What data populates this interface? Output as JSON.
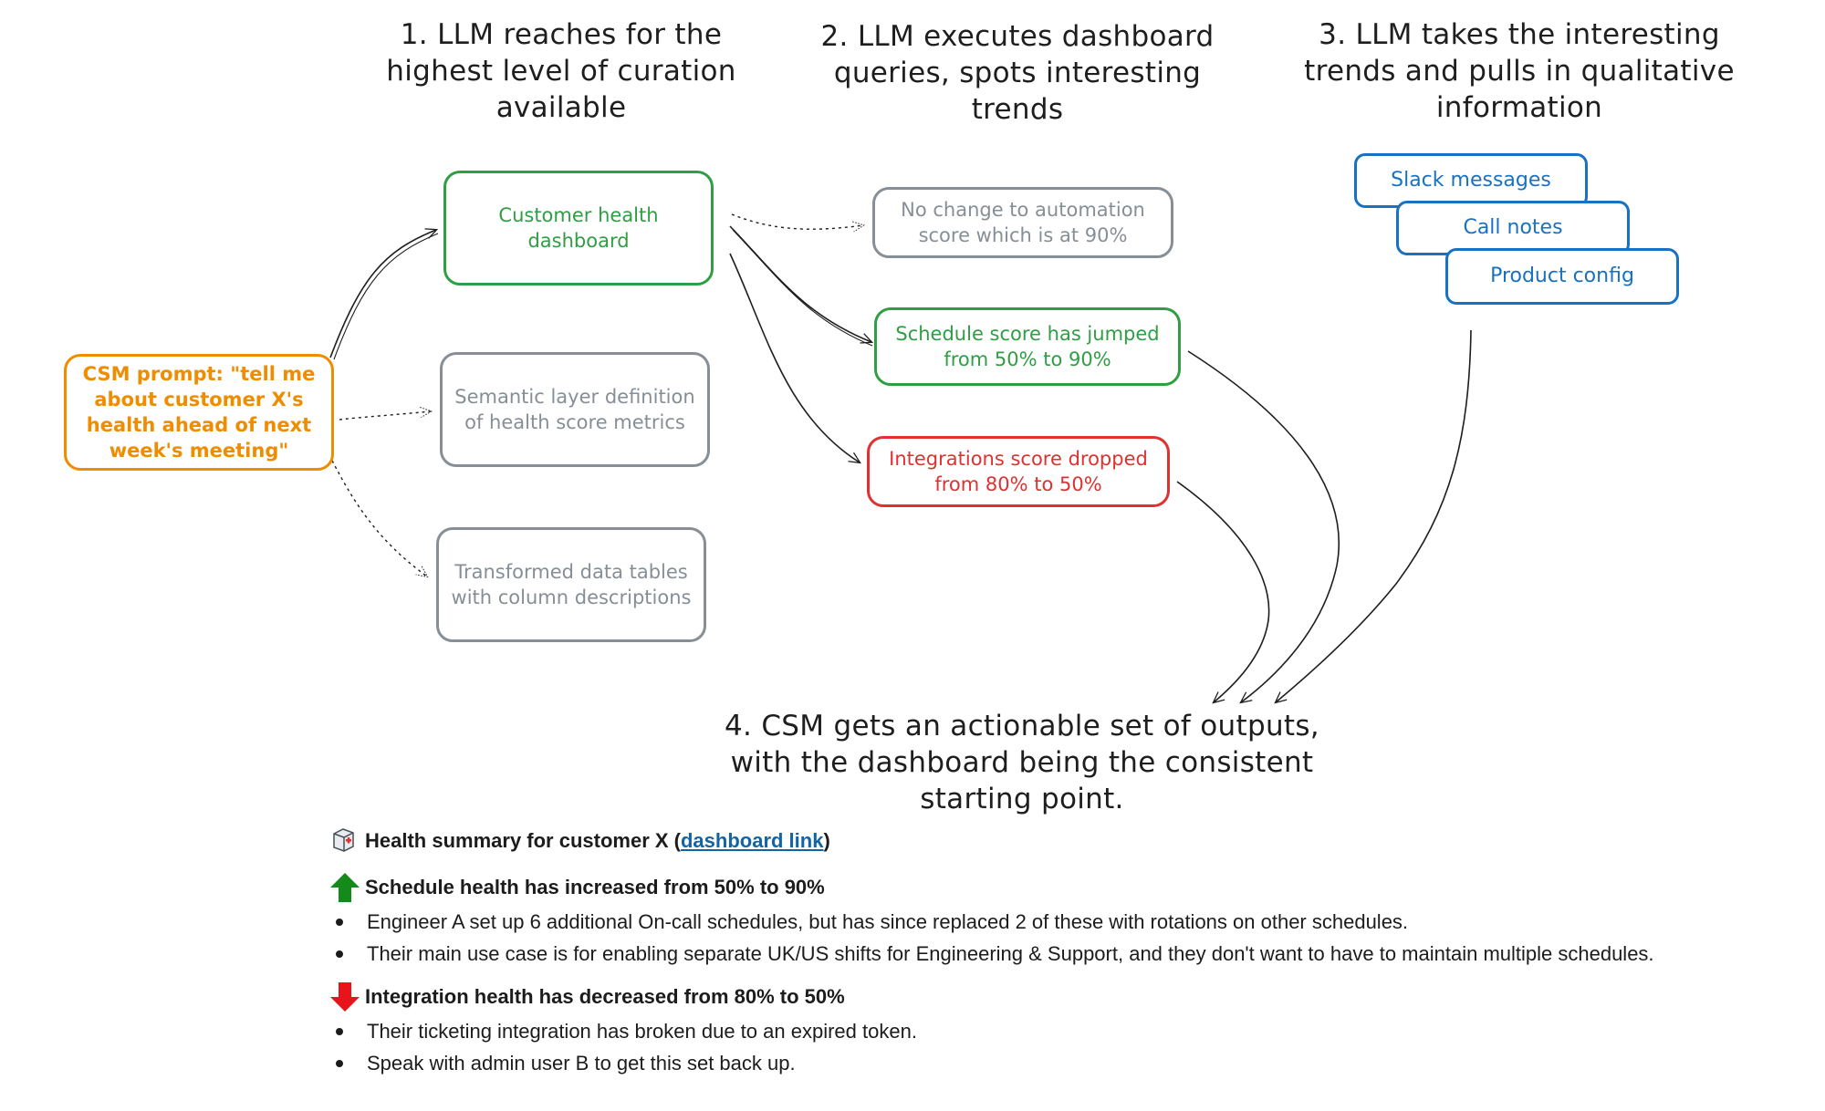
{
  "headings": {
    "step1": "1. LLM reaches for the highest level of curation available",
    "step2": "2. LLM executes dashboard queries, spots interesting trends",
    "step3": "3. LLM takes the interesting trends and pulls in qualitative information",
    "step4": "4. CSM gets an actionable set of outputs, with the dashboard being the consistent starting point."
  },
  "nodes": {
    "prompt": "CSM prompt: \"tell me about customer X's health ahead of next week's meeting\"",
    "dashboard": "Customer health dashboard",
    "semantic": "Semantic layer definition of health score metrics",
    "tables": "Transformed data tables with column descriptions",
    "automation": "No change to automation score which is at 90%",
    "schedule": "Schedule score has jumped from 50% to 90%",
    "integrations": "Integrations score dropped from 80% to 50%",
    "slack": "Slack messages",
    "calls": "Call notes",
    "product": "Product config"
  },
  "summary": {
    "title_prefix": "Health summary for customer X (",
    "link": "dashboard link",
    "title_suffix": ")",
    "schedule_head": "Schedule health has increased from 50% to 90%",
    "schedule_bullets": [
      "Engineer A set up 6 additional On-call schedules, but has since replaced 2 of these with rotations on other schedules.",
      "Their main use case is for enabling separate UK/US shifts for Engineering & Support, and they don't want to have to maintain multiple schedules."
    ],
    "integration_head": "Integration health has decreased from 80% to 50%",
    "integration_bullets": [
      "Their ticketing integration has broken due to an expired token.",
      "Speak with admin user B to get this set back up."
    ]
  },
  "colors": {
    "green": "#2f9e44",
    "gray": "#868e96",
    "red": "#e03131",
    "orange": "#f08c00",
    "blue": "#1971c2",
    "link": "#1264a3"
  },
  "icons": {
    "title": "medical-kit-icon",
    "increase": "green-up-arrow-icon",
    "decrease": "red-down-arrow-icon"
  }
}
